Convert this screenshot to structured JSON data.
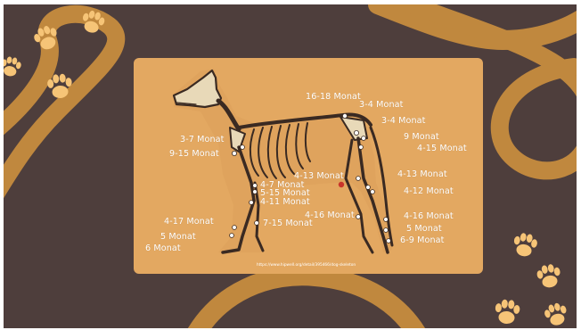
{
  "colors": {
    "background": "#4e3e3c",
    "card": "#e3a861",
    "swirl": "#c0883e",
    "paw": "#f6c477",
    "label_text": "#ffffff",
    "marker": "#c8342a"
  },
  "decorations": {
    "paw_icon": "paw-print",
    "swirl_shape": "curved-band"
  },
  "diagram": {
    "labels": [
      {
        "text": "16-18 Monat"
      },
      {
        "text": "3-4 Monat"
      },
      {
        "text": "3-4 Monat"
      },
      {
        "text": "9 Monat"
      },
      {
        "text": "4-15 Monat"
      },
      {
        "text": "3-7 Monat"
      },
      {
        "text": "9-15 Monat"
      },
      {
        "text": "4-13 Monat"
      },
      {
        "text": "4-13 Monat"
      },
      {
        "text": "4-7 Monat"
      },
      {
        "text": "5-15 Monat"
      },
      {
        "text": "4-11 Monat"
      },
      {
        "text": "4-12 Monat"
      },
      {
        "text": "4-16 Monat"
      },
      {
        "text": "4-16 Monat"
      },
      {
        "text": "4-17 Monat"
      },
      {
        "text": "7-15 Monat"
      },
      {
        "text": "5 Monat"
      },
      {
        "text": "5 Monat"
      },
      {
        "text": "6 Monat"
      },
      {
        "text": "6-9 Monat"
      }
    ],
    "source_url": "https://www.hipwell.org/detail/395466/dog-skeleton"
  }
}
